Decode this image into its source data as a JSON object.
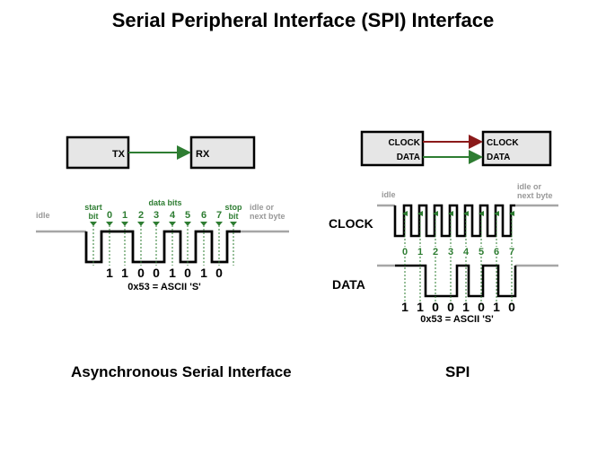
{
  "title": "Serial Peripheral Interface (SPI) Interface",
  "captions": {
    "async": "Asynchronous Serial Interface",
    "spi": "SPI"
  },
  "colors": {
    "arrow_green": "#2e7d32",
    "arrow_red": "#8b1a1a",
    "box_fill": "#e6e6e6",
    "label_gray": "#999999",
    "wave_gray": "#a6a6a6"
  },
  "async": {
    "tx_label": "TX",
    "rx_label": "RX",
    "idle_label": "idle",
    "start_bit_label": [
      "start",
      "bit"
    ],
    "stop_bit_label": [
      "stop",
      "bit"
    ],
    "data_bits_label": "data bits",
    "idle_next_label": [
      "idle or",
      "next byte"
    ],
    "bit_indices": [
      "0",
      "1",
      "2",
      "3",
      "4",
      "5",
      "6",
      "7"
    ],
    "bit_values": [
      "1",
      "1",
      "0",
      "0",
      "1",
      "0",
      "1",
      "0"
    ],
    "hex_label": "0x53 = ASCII 'S'"
  },
  "spi": {
    "clock_label": "CLOCK",
    "data_label": "DATA",
    "idle_label": "idle",
    "idle_next_label": [
      "idle or",
      "next byte"
    ],
    "bit_indices": [
      "0",
      "1",
      "2",
      "3",
      "4",
      "5",
      "6",
      "7"
    ],
    "bit_values": [
      "1",
      "1",
      "0",
      "0",
      "1",
      "0",
      "1",
      "0"
    ],
    "hex_label": "0x53 = ASCII 'S'"
  }
}
